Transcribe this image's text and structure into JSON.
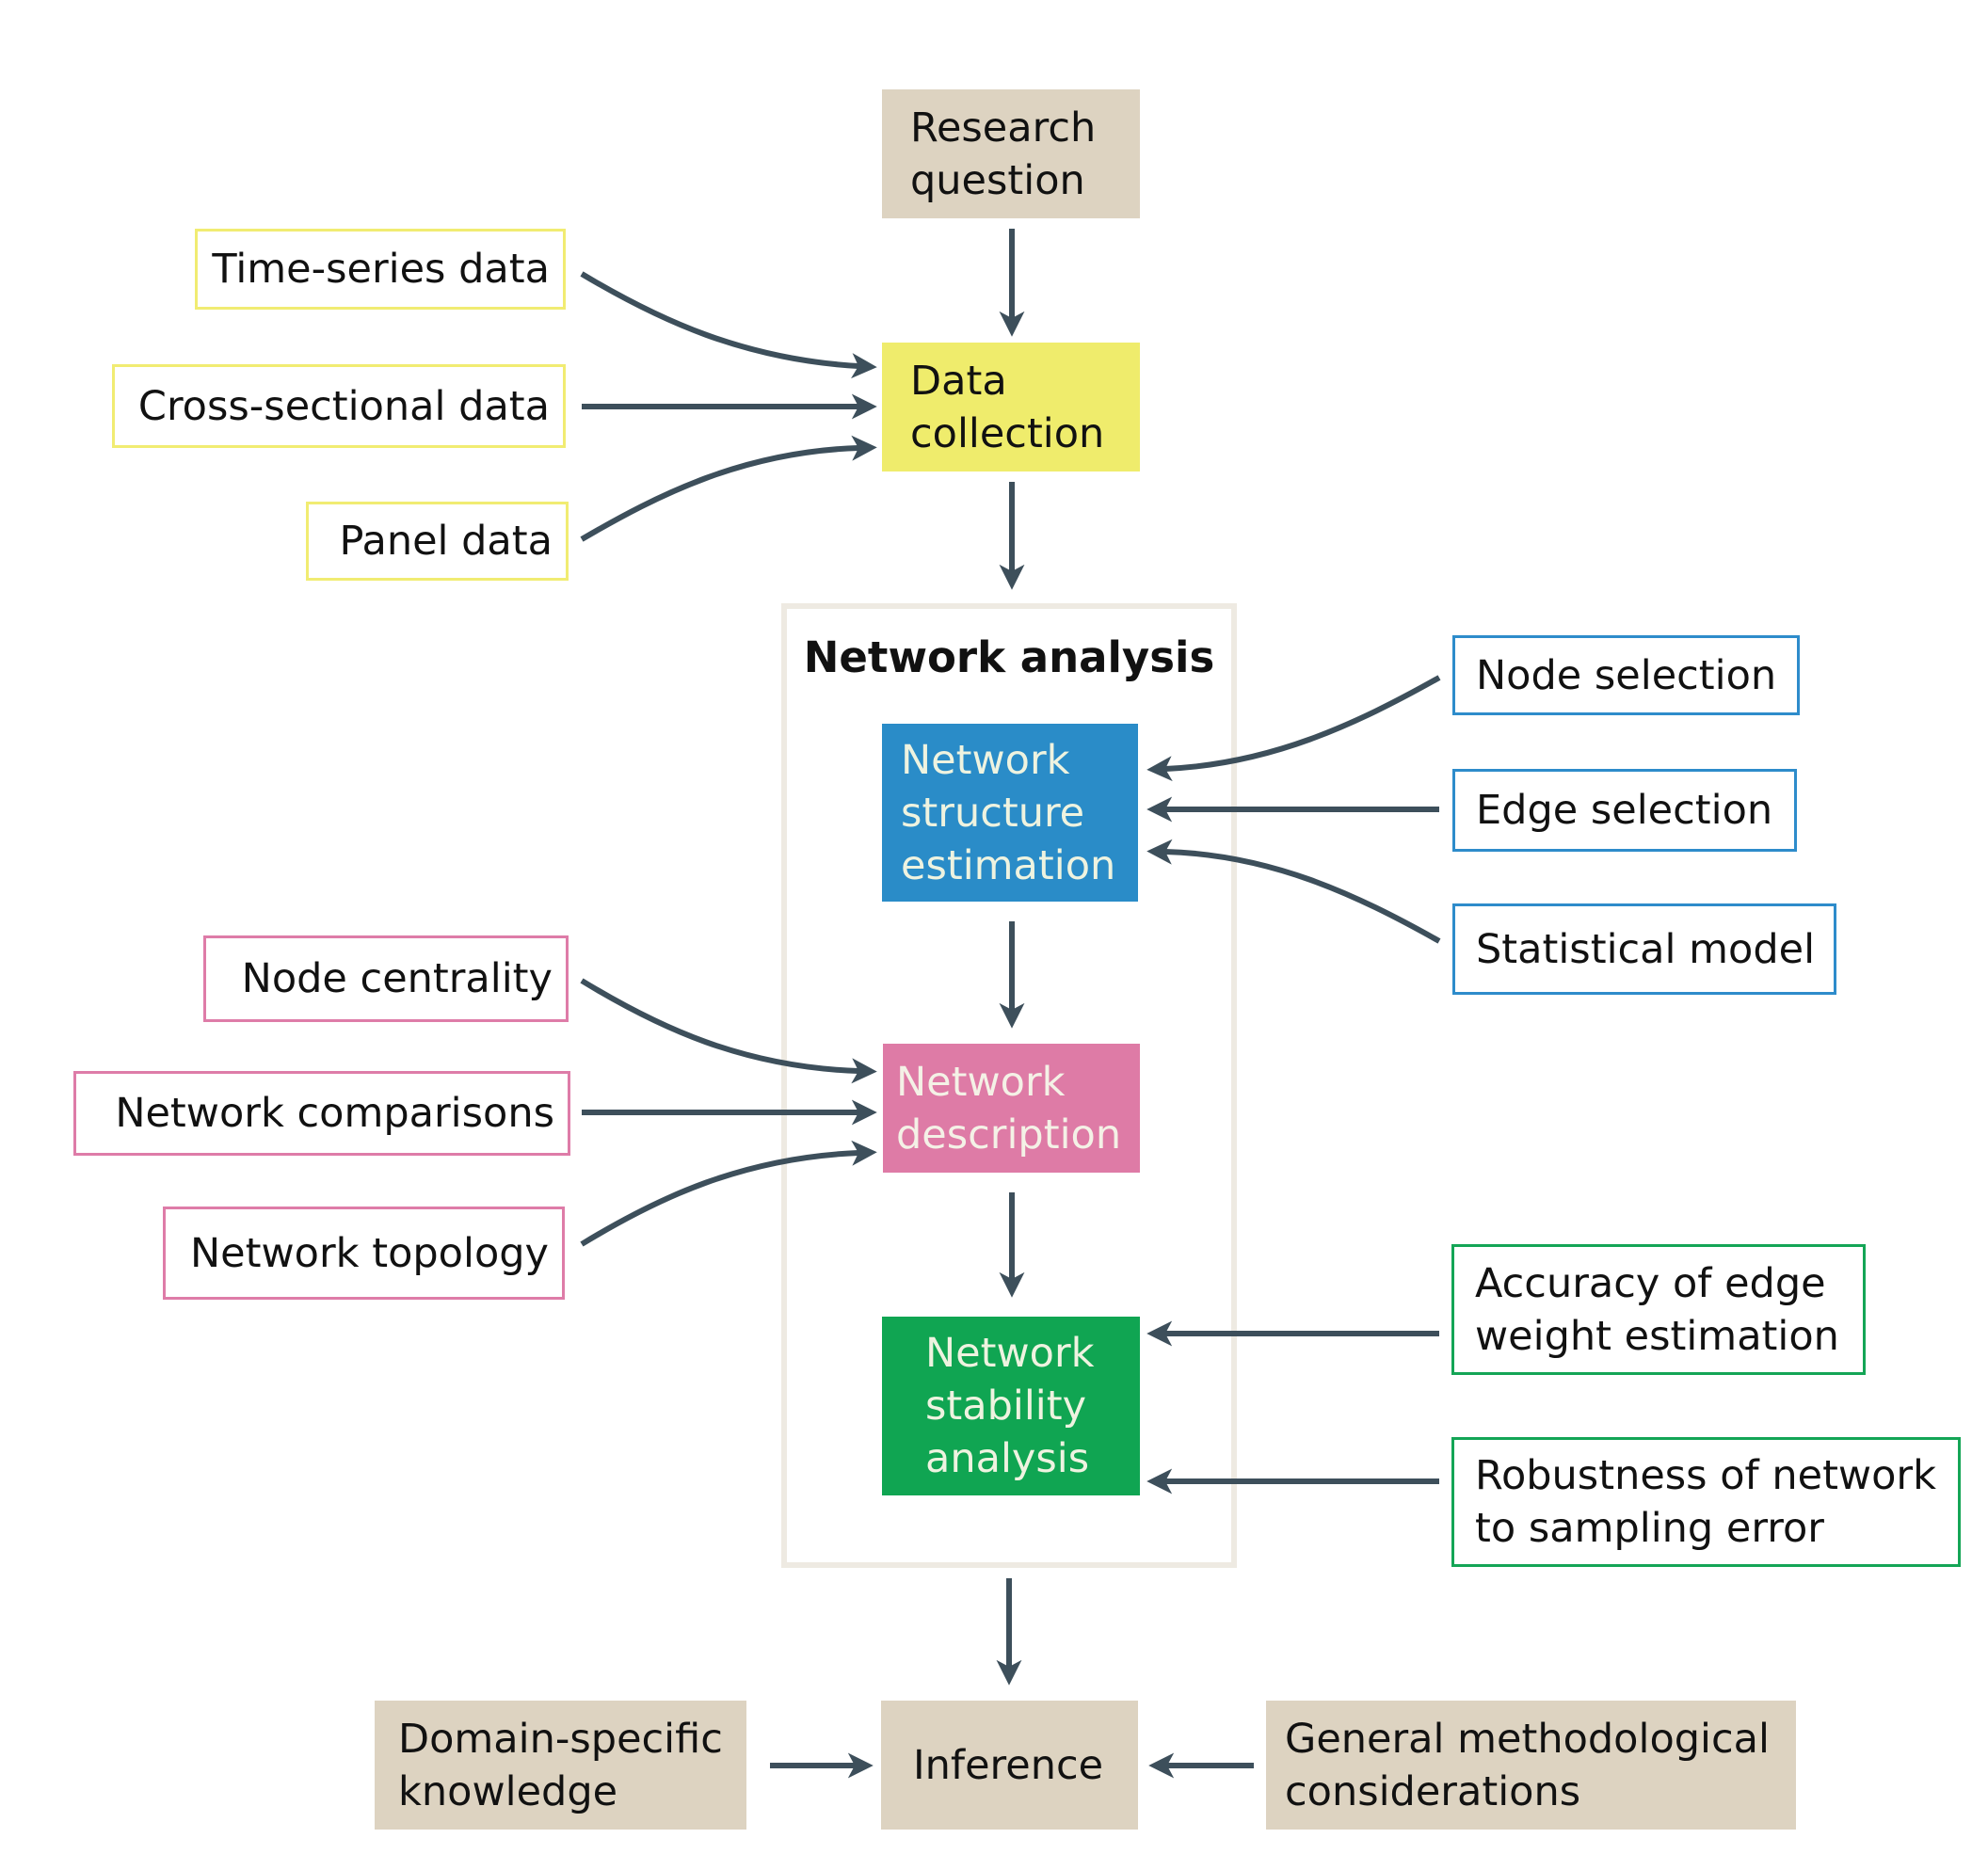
{
  "diagram": {
    "main_flow": {
      "research_question": [
        "Research",
        "question"
      ],
      "data_collection": [
        "Data",
        "collection"
      ],
      "inference": [
        "Inference"
      ]
    },
    "data_sources": [
      [
        "Time-series data"
      ],
      [
        "Cross-sectional data"
      ],
      [
        "Panel data"
      ]
    ],
    "network_analysis": {
      "title": "Network analysis",
      "structure_estimation": [
        "Network",
        "structure",
        "estimation"
      ],
      "description": [
        "Network",
        "description"
      ],
      "stability": [
        "Network",
        "stability",
        "analysis"
      ]
    },
    "structure_inputs": [
      [
        "Node selection"
      ],
      [
        "Edge selection"
      ],
      [
        "Statistical model"
      ]
    ],
    "description_inputs": [
      [
        "Node centrality"
      ],
      [
        "Network comparisons"
      ],
      [
        "Network topology"
      ]
    ],
    "stability_inputs": [
      [
        "Accuracy of edge",
        "weight estimation"
      ],
      [
        "Robustness of network",
        "to sampling error"
      ]
    ],
    "inference_inputs": {
      "domain": [
        "Domain-specific",
        "knowledge"
      ],
      "general": [
        "General methodological",
        "considerations"
      ]
    }
  },
  "colors": {
    "arrow": "#3d4f5b",
    "tan": "#ddd3c1",
    "yellow": "#efec6c",
    "blue": "#2a8cc8",
    "pink": "#de7ba6",
    "green": "#10a552",
    "frame": "#eeeae2"
  }
}
